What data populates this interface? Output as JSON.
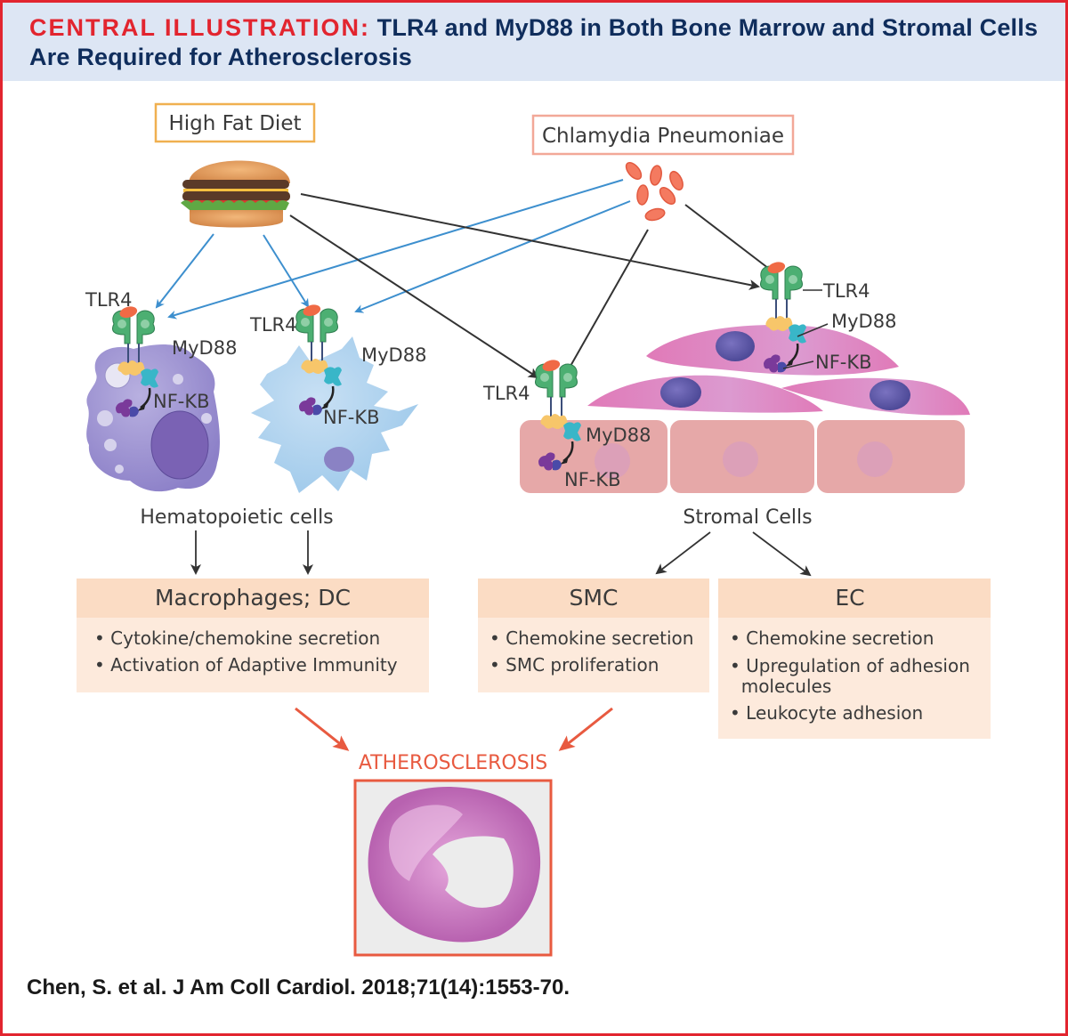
{
  "header": {
    "lead": "CENTRAL ILLUSTRATION:",
    "title": "TLR4 and MyD88 in Both Bone Marrow and Stromal Cells Are Required for Atherosclerosis"
  },
  "sources": {
    "diet": "High Fat Diet",
    "pathogen": "Chlamydia Pneumoniae"
  },
  "receptor_labels": {
    "tlr4": "TLR4",
    "myd88": "MyD88",
    "nfkb": "NF-ΚB"
  },
  "groups": {
    "hematopoietic": "Hematopoietic cells",
    "stromal": "Stromal Cells"
  },
  "outcome_boxes": [
    {
      "title": "Macrophages; DC",
      "bullets": [
        "• Cytokine/chemokine secretion",
        "• Activation of Adaptive Immunity"
      ]
    },
    {
      "title": "SMC",
      "bullets": [
        "• Chemokine secretion",
        "• SMC proliferation"
      ]
    },
    {
      "title": "EC",
      "bullets": [
        "• Chemokine secretion",
        "• Upregulation of adhesion",
        "  molecules",
        "• Leukocyte adhesion"
      ]
    }
  ],
  "outcome": {
    "label": "ATHEROSCLEROSIS"
  },
  "citation": "Chen, S. et al. J Am Coll Cardiol. 2018;71(14):1553-70.",
  "colors": {
    "border": "#e2252f",
    "header_bg": "#dde6f4",
    "title_navy": "#0f2d5c",
    "diet_box": "#f0b050",
    "pathogen_box": "#f2a898",
    "blue_arrow": "#3d8fce",
    "black_arrow": "#333333",
    "outcome_red": "#e85a40",
    "box_header": "#fbdcc4",
    "box_body": "#fdeadc"
  }
}
